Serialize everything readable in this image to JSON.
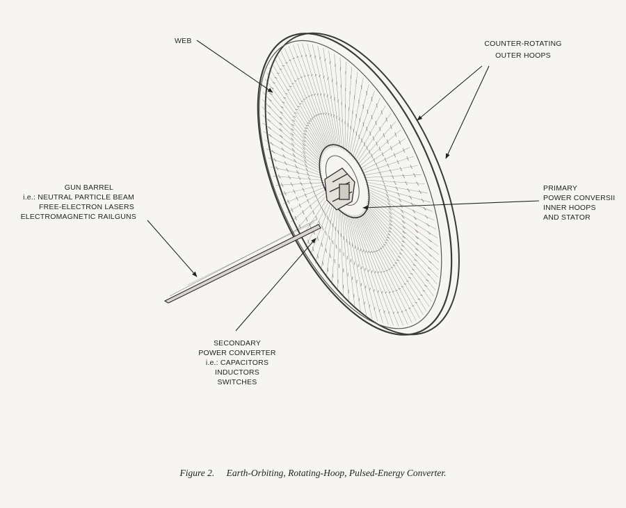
{
  "labels": {
    "web": "WEB",
    "outer_hoops": [
      "COUNTER-ROTATING",
      "OUTER HOOPS"
    ],
    "primary": [
      "PRIMARY",
      "POWER CONVERSII",
      "INNER HOOPS",
      "AND STATOR"
    ],
    "gun": [
      "GUN BARREL",
      "i.e.: NEUTRAL PARTICLE BEAM",
      "FREE-ELECTRON LASERS",
      "ELECTROMAGNETIC RAILGUNS"
    ],
    "secondary": [
      "SECONDARY",
      "POWER CONVERTER",
      "i.e.: CAPACITORS",
      "INDUCTORS",
      "SWITCHES"
    ]
  },
  "caption": {
    "figure": "Figure 2.",
    "title": "Earth-Orbiting, Rotating-Hoop, Pulsed-Energy Converter."
  }
}
